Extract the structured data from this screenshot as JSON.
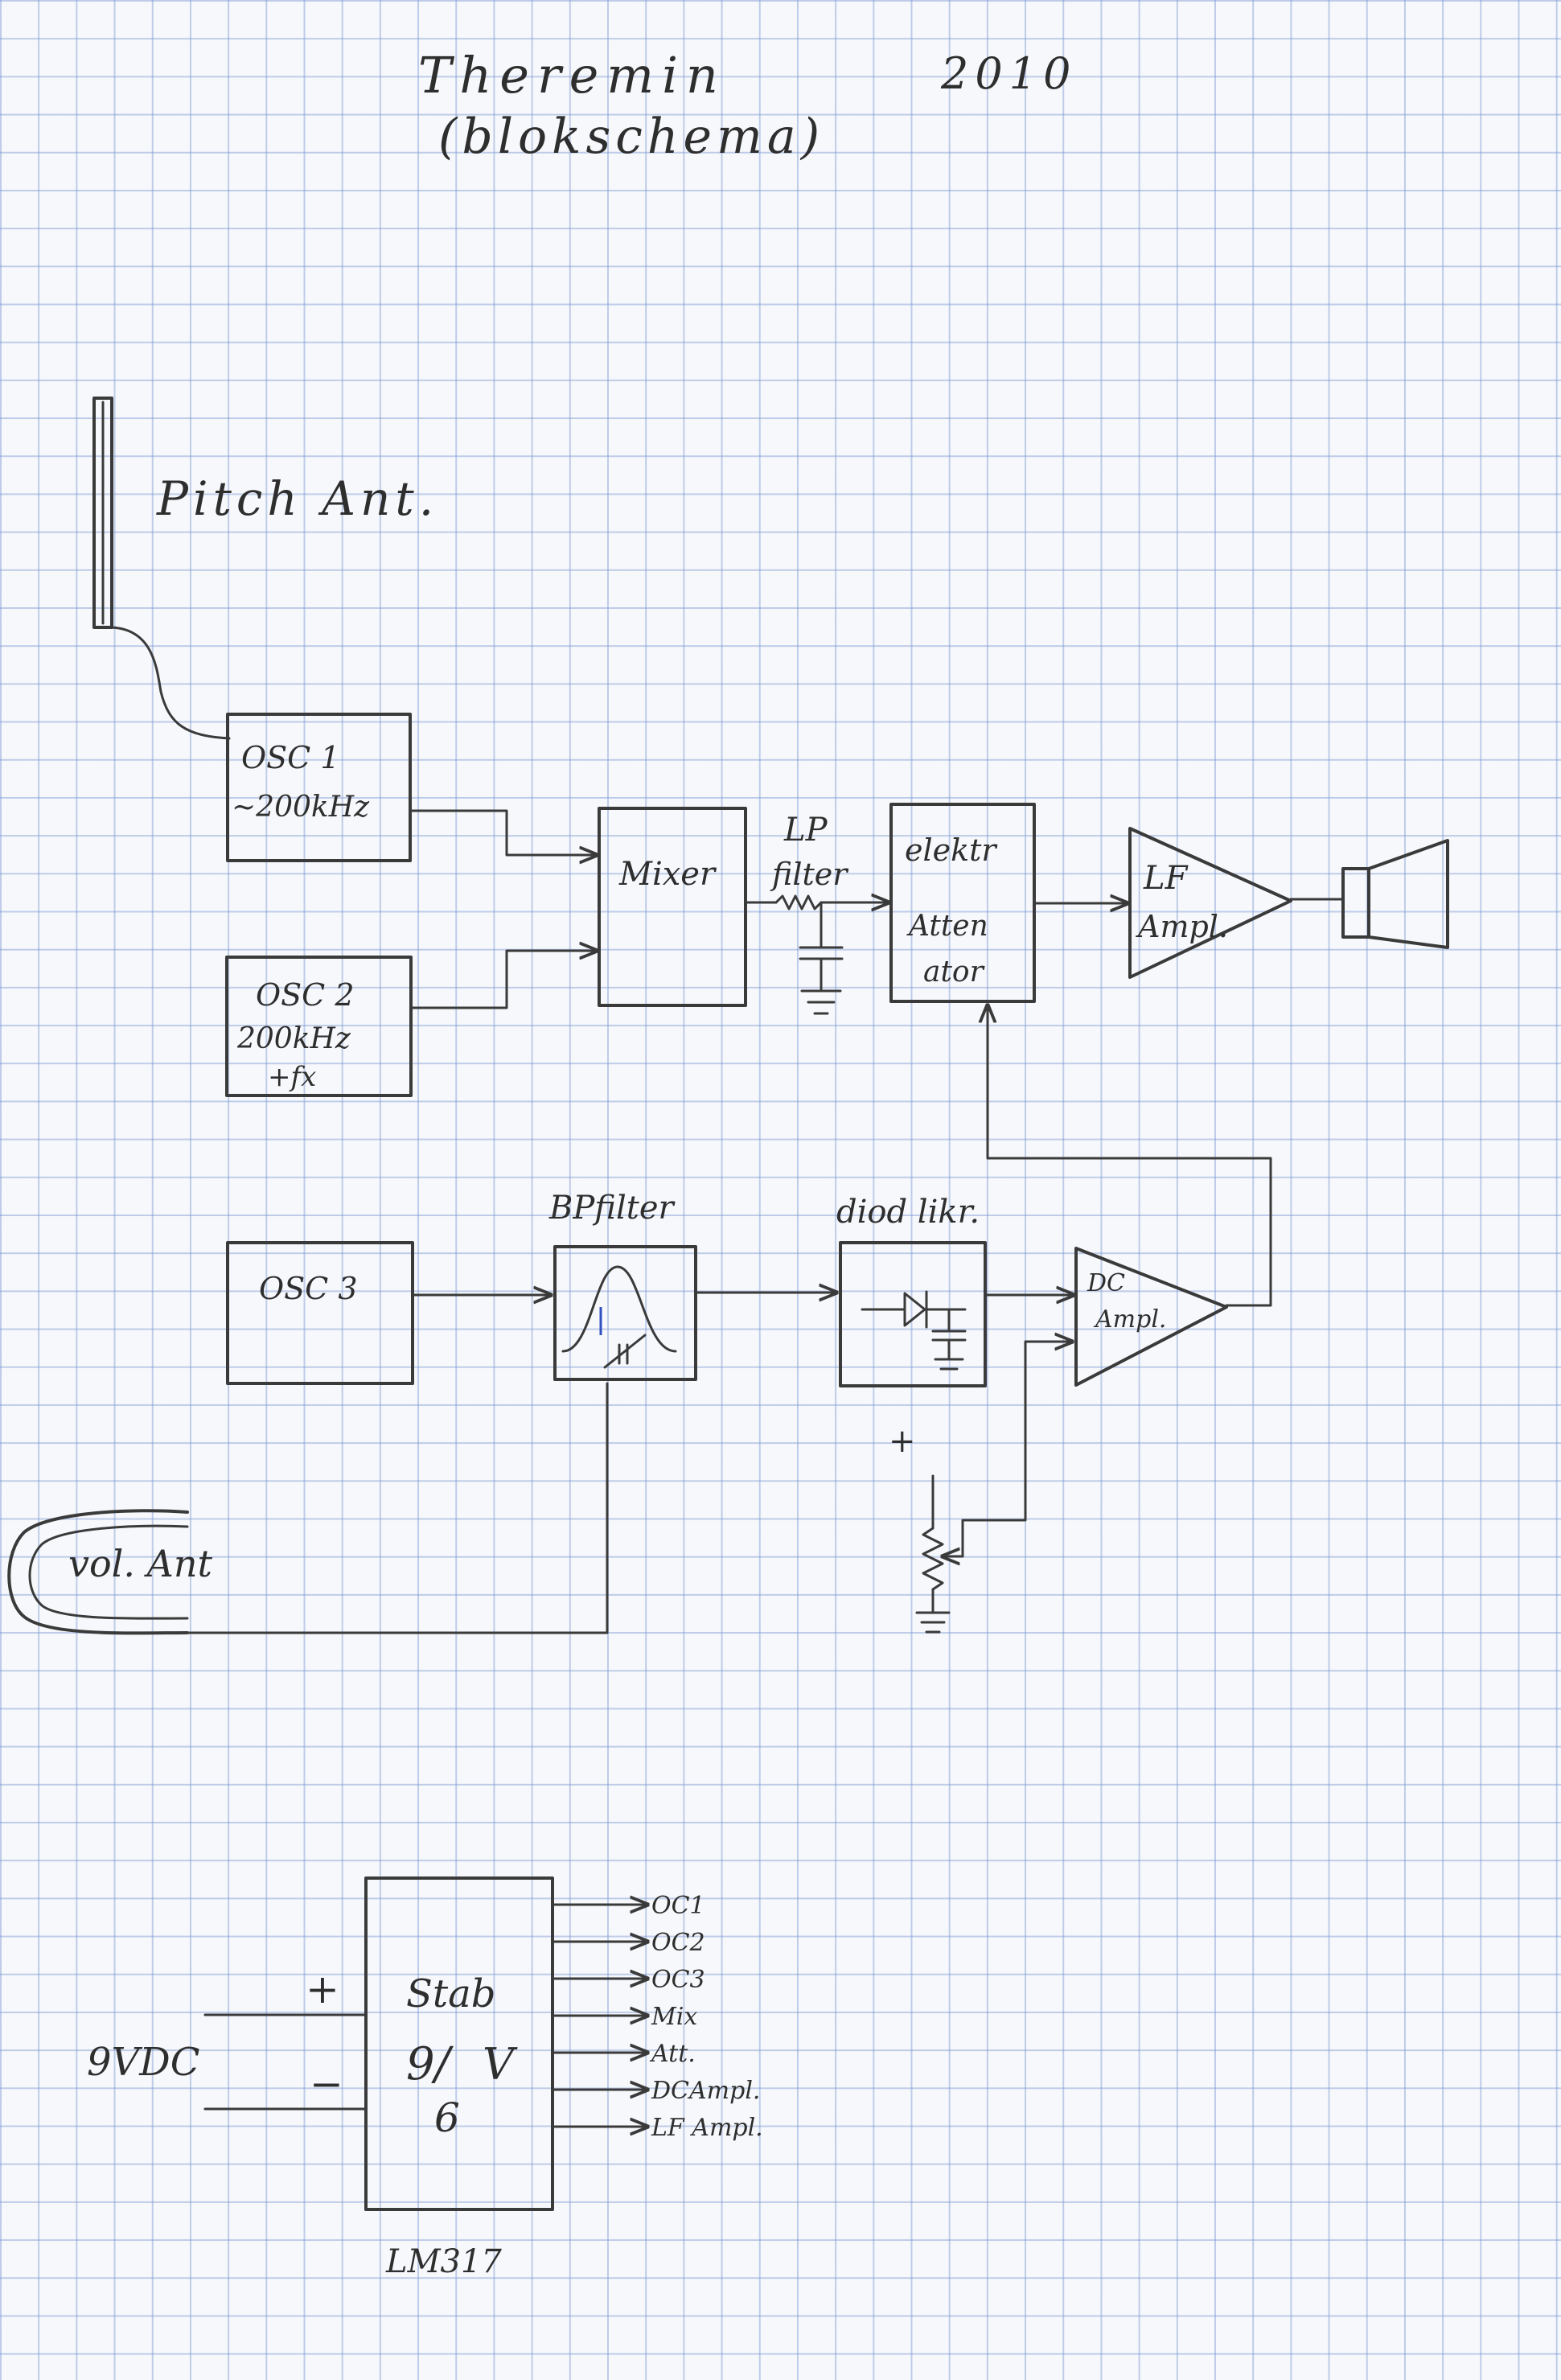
{
  "title": {
    "line1": "Theremin",
    "year": "2010",
    "line2": "(blokschema)"
  },
  "antennas": {
    "pitch": "Pitch Ant.",
    "volume": "vol. Ant"
  },
  "blocks": {
    "osc1": {
      "line1": "OSC 1",
      "line2": "~200kHz"
    },
    "osc2": {
      "line1": "OSC 2",
      "line2": "200kHz",
      "line3": "+fx"
    },
    "osc3": {
      "line1": "OSC 3"
    },
    "mixer": {
      "line1": "Mixer"
    },
    "lp_filter": {
      "line1": "LP",
      "line2": "filter"
    },
    "attenuator": {
      "line1": "elektr",
      "line2": "Atten",
      "line3": "ator"
    },
    "lf_ampl": {
      "line1": "LF",
      "line2": "Ampl."
    },
    "bp_filter": {
      "line1": "BPfilter"
    },
    "diode_detector": {
      "line1": "diod likr."
    },
    "dc_ampl": {
      "line1": "DC",
      "line2": "Ampl."
    },
    "pot_supply": "+"
  },
  "power": {
    "input_label": "9VDC",
    "plus": "+",
    "minus": "−",
    "regulator_line1": "Stab",
    "regulator_line2": "9/",
    "regulator_line3": "6",
    "regulator_line4": "V",
    "regulator_part": "LM317",
    "outputs": [
      "OC1",
      "OC2",
      "OC3",
      "Mix",
      "Att.",
      "DCAmpl.",
      "LF Ampl."
    ]
  }
}
